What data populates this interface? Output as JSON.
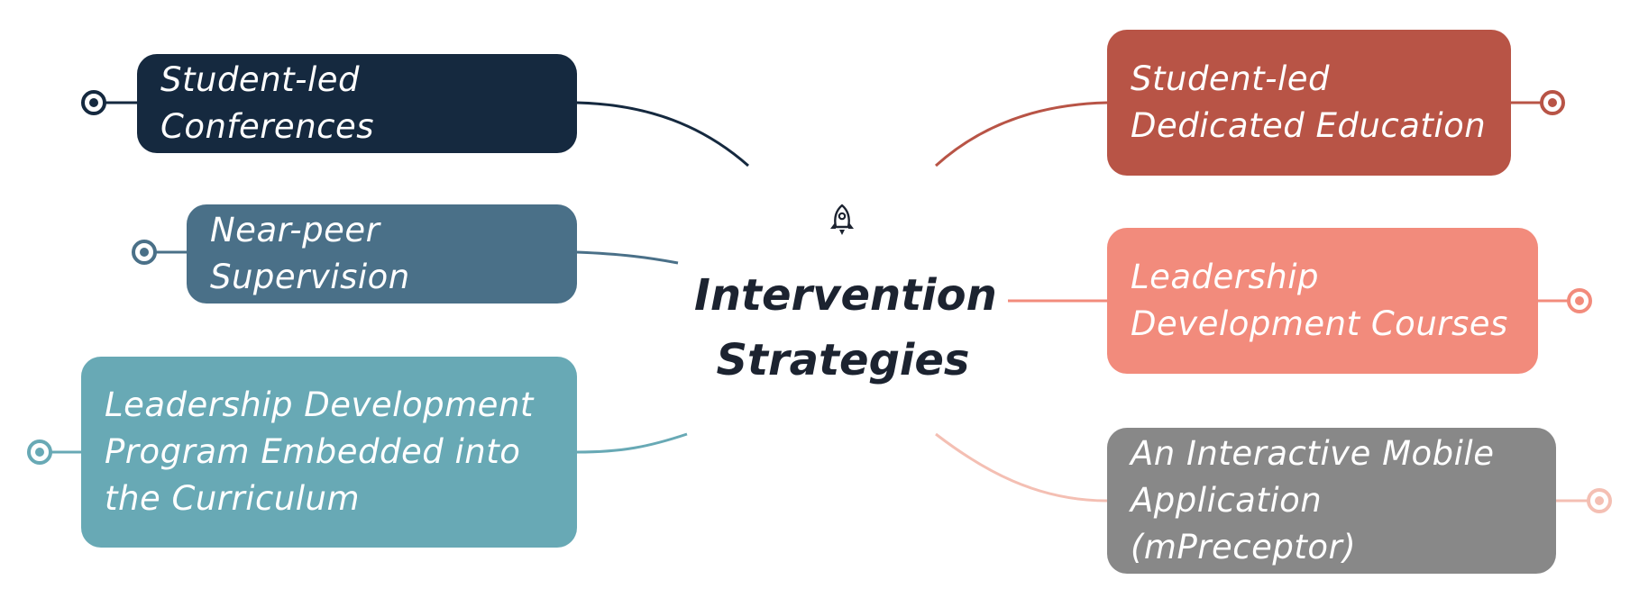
{
  "center": {
    "title": "Intervention Strategies",
    "icon": "rocket-icon"
  },
  "branches_left": [
    {
      "label": "Student-led Conferences",
      "color": "#15293f"
    },
    {
      "label": "Near-peer Supervision",
      "color": "#4a7088"
    },
    {
      "label": "Leadership Development Program Embedded into the Curriculum",
      "color": "#68a9b5"
    }
  ],
  "branches_right": [
    {
      "label": "Student-led Dedicated Education",
      "color": "#b85446"
    },
    {
      "label": "Leadership Development Courses",
      "color": "#f28b7c"
    },
    {
      "label": "An Interactive Mobile Application (mPreceptor)",
      "color": "#888888",
      "connector_color": "#f4bfb3"
    }
  ]
}
